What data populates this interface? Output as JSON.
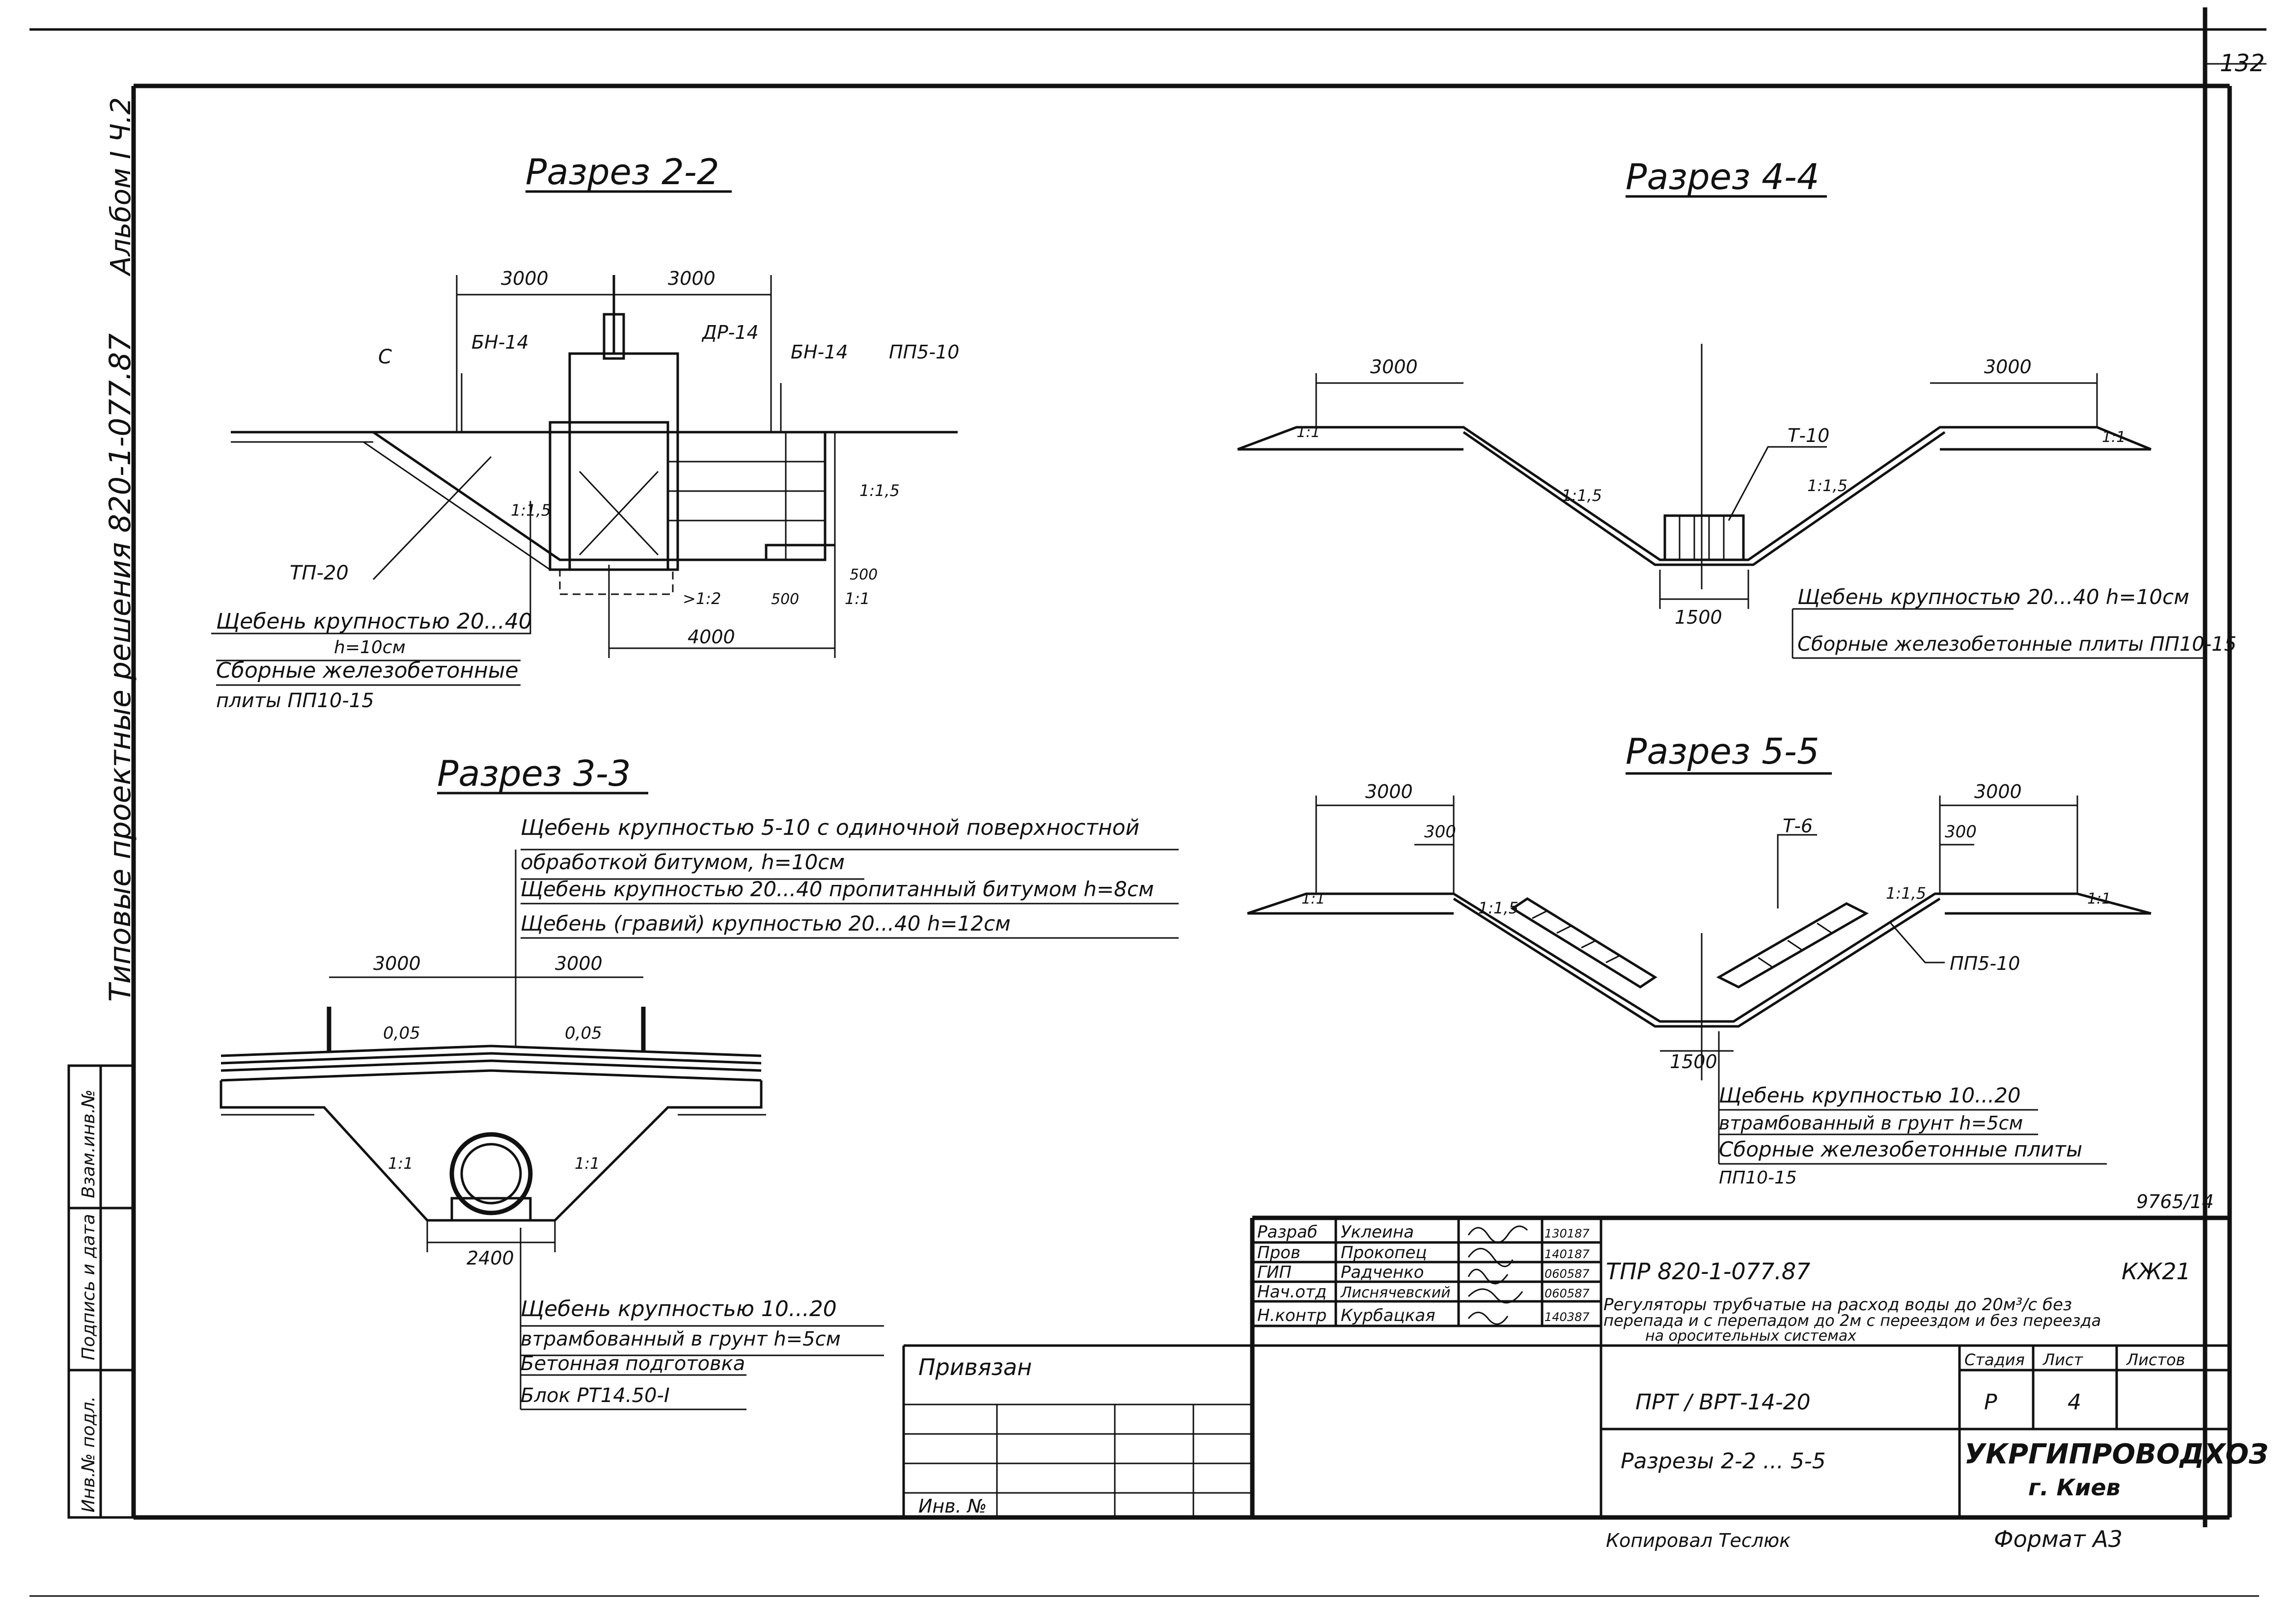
{
  "sheet": {
    "page_number": "132",
    "copy_number": "9765/14",
    "left_margin": {
      "album": "Альбом I Ч.2",
      "series": "Типовые проектные решения 820-1-077.87"
    },
    "side_stamp": [
      "Взам.инв.№",
      "Подпись и дата",
      "Инв.№ подл."
    ]
  },
  "section_2_2": {
    "title": "Разрез 2-2",
    "dims": [
      "3000",
      "3000",
      "4000",
      "500",
      "500"
    ],
    "labels": [
      "С",
      "БН-14",
      "ДР-14",
      "БН-14",
      "ПП5-10",
      "ТП-20"
    ],
    "slopes": [
      "1:1,5",
      "1:1,5",
      ">1:2",
      "1:1"
    ],
    "notes": [
      "Щебень крупностью 20...40",
      "h=10см",
      "Сборные железобетонные",
      "плиты ПП10-15"
    ]
  },
  "section_3_3": {
    "title": "Разрез 3-3",
    "dims": [
      "3000",
      "3000",
      "2400"
    ],
    "slopes": [
      "0,05",
      "0,05",
      "1:1",
      "1:1"
    ],
    "top_notes": [
      "Щебень крупностью 5-10 с одиночной поверхностной",
      "обработкой битумом, h=10см",
      "Щебень крупностью 20...40 пропитанный битумом h=8см",
      "Щебень (гравий) крупностью 20...40 h=12см"
    ],
    "bottom_notes": [
      "Щебень крупностью 10...20",
      "втрамбованный в грунт h=5см",
      "Бетонная подготовка",
      "Блок РТ14.50-I"
    ]
  },
  "section_4_4": {
    "title": "Разрез 4-4",
    "dims": [
      "3000",
      "3000",
      "1500"
    ],
    "labels": [
      "Т-10"
    ],
    "slopes": [
      "1:1",
      "1:1,5",
      "1:1,5",
      "1:1"
    ],
    "notes": [
      "Щебень крупностью 20...40 h=10см",
      "Сборные железобетонные плиты ПП10-15"
    ]
  },
  "section_5_5": {
    "title": "Разрез 5-5",
    "dims": [
      "3000",
      "3000",
      "300",
      "300",
      "1500"
    ],
    "labels": [
      "Т-6",
      "ПП5-10"
    ],
    "slopes": [
      "1:1",
      "1:1,5",
      "1:1,5",
      "1:1"
    ],
    "notes": [
      "Щебень крупностью 10...20",
      "втрамбованный в грунт h=5см",
      "Сборные железобетонные плиты",
      "ПП10-15"
    ]
  },
  "title_block": {
    "roles": [
      "Разраб",
      "Пров",
      "ГИП",
      "Нач.отд",
      "Н.контр"
    ],
    "names": [
      "Уклеина",
      "Прокопец",
      "Радченко",
      "Лиснячевский",
      "Курбацкая"
    ],
    "dates": [
      "130187",
      "140187",
      "060587",
      "060587",
      "140387"
    ],
    "project_code": "ТПР 820-1-077.87",
    "sheet_code": "КЖ21",
    "description": [
      "Регуляторы трубчатые на расход воды до 20м³/с без",
      "перепада и с перепадом до 2м с переездом и без переезда",
      "на оросительных системах"
    ],
    "stage_header": "Стадия",
    "sheet_header": "Лист",
    "sheets_header": "Листов",
    "stage": "Р",
    "sheet": "4",
    "object_code": "ПРТ / ВРТ-14-20",
    "drawing_name": "Разрезы 2-2 ... 5-5",
    "organization": "УКРГИПРОВОДХОЗ",
    "city": "г. Киев",
    "bound_label": "Привязан",
    "inv_label": "Инв. №",
    "copied": "Копировал  Теслюк",
    "format": "Формат А3"
  }
}
